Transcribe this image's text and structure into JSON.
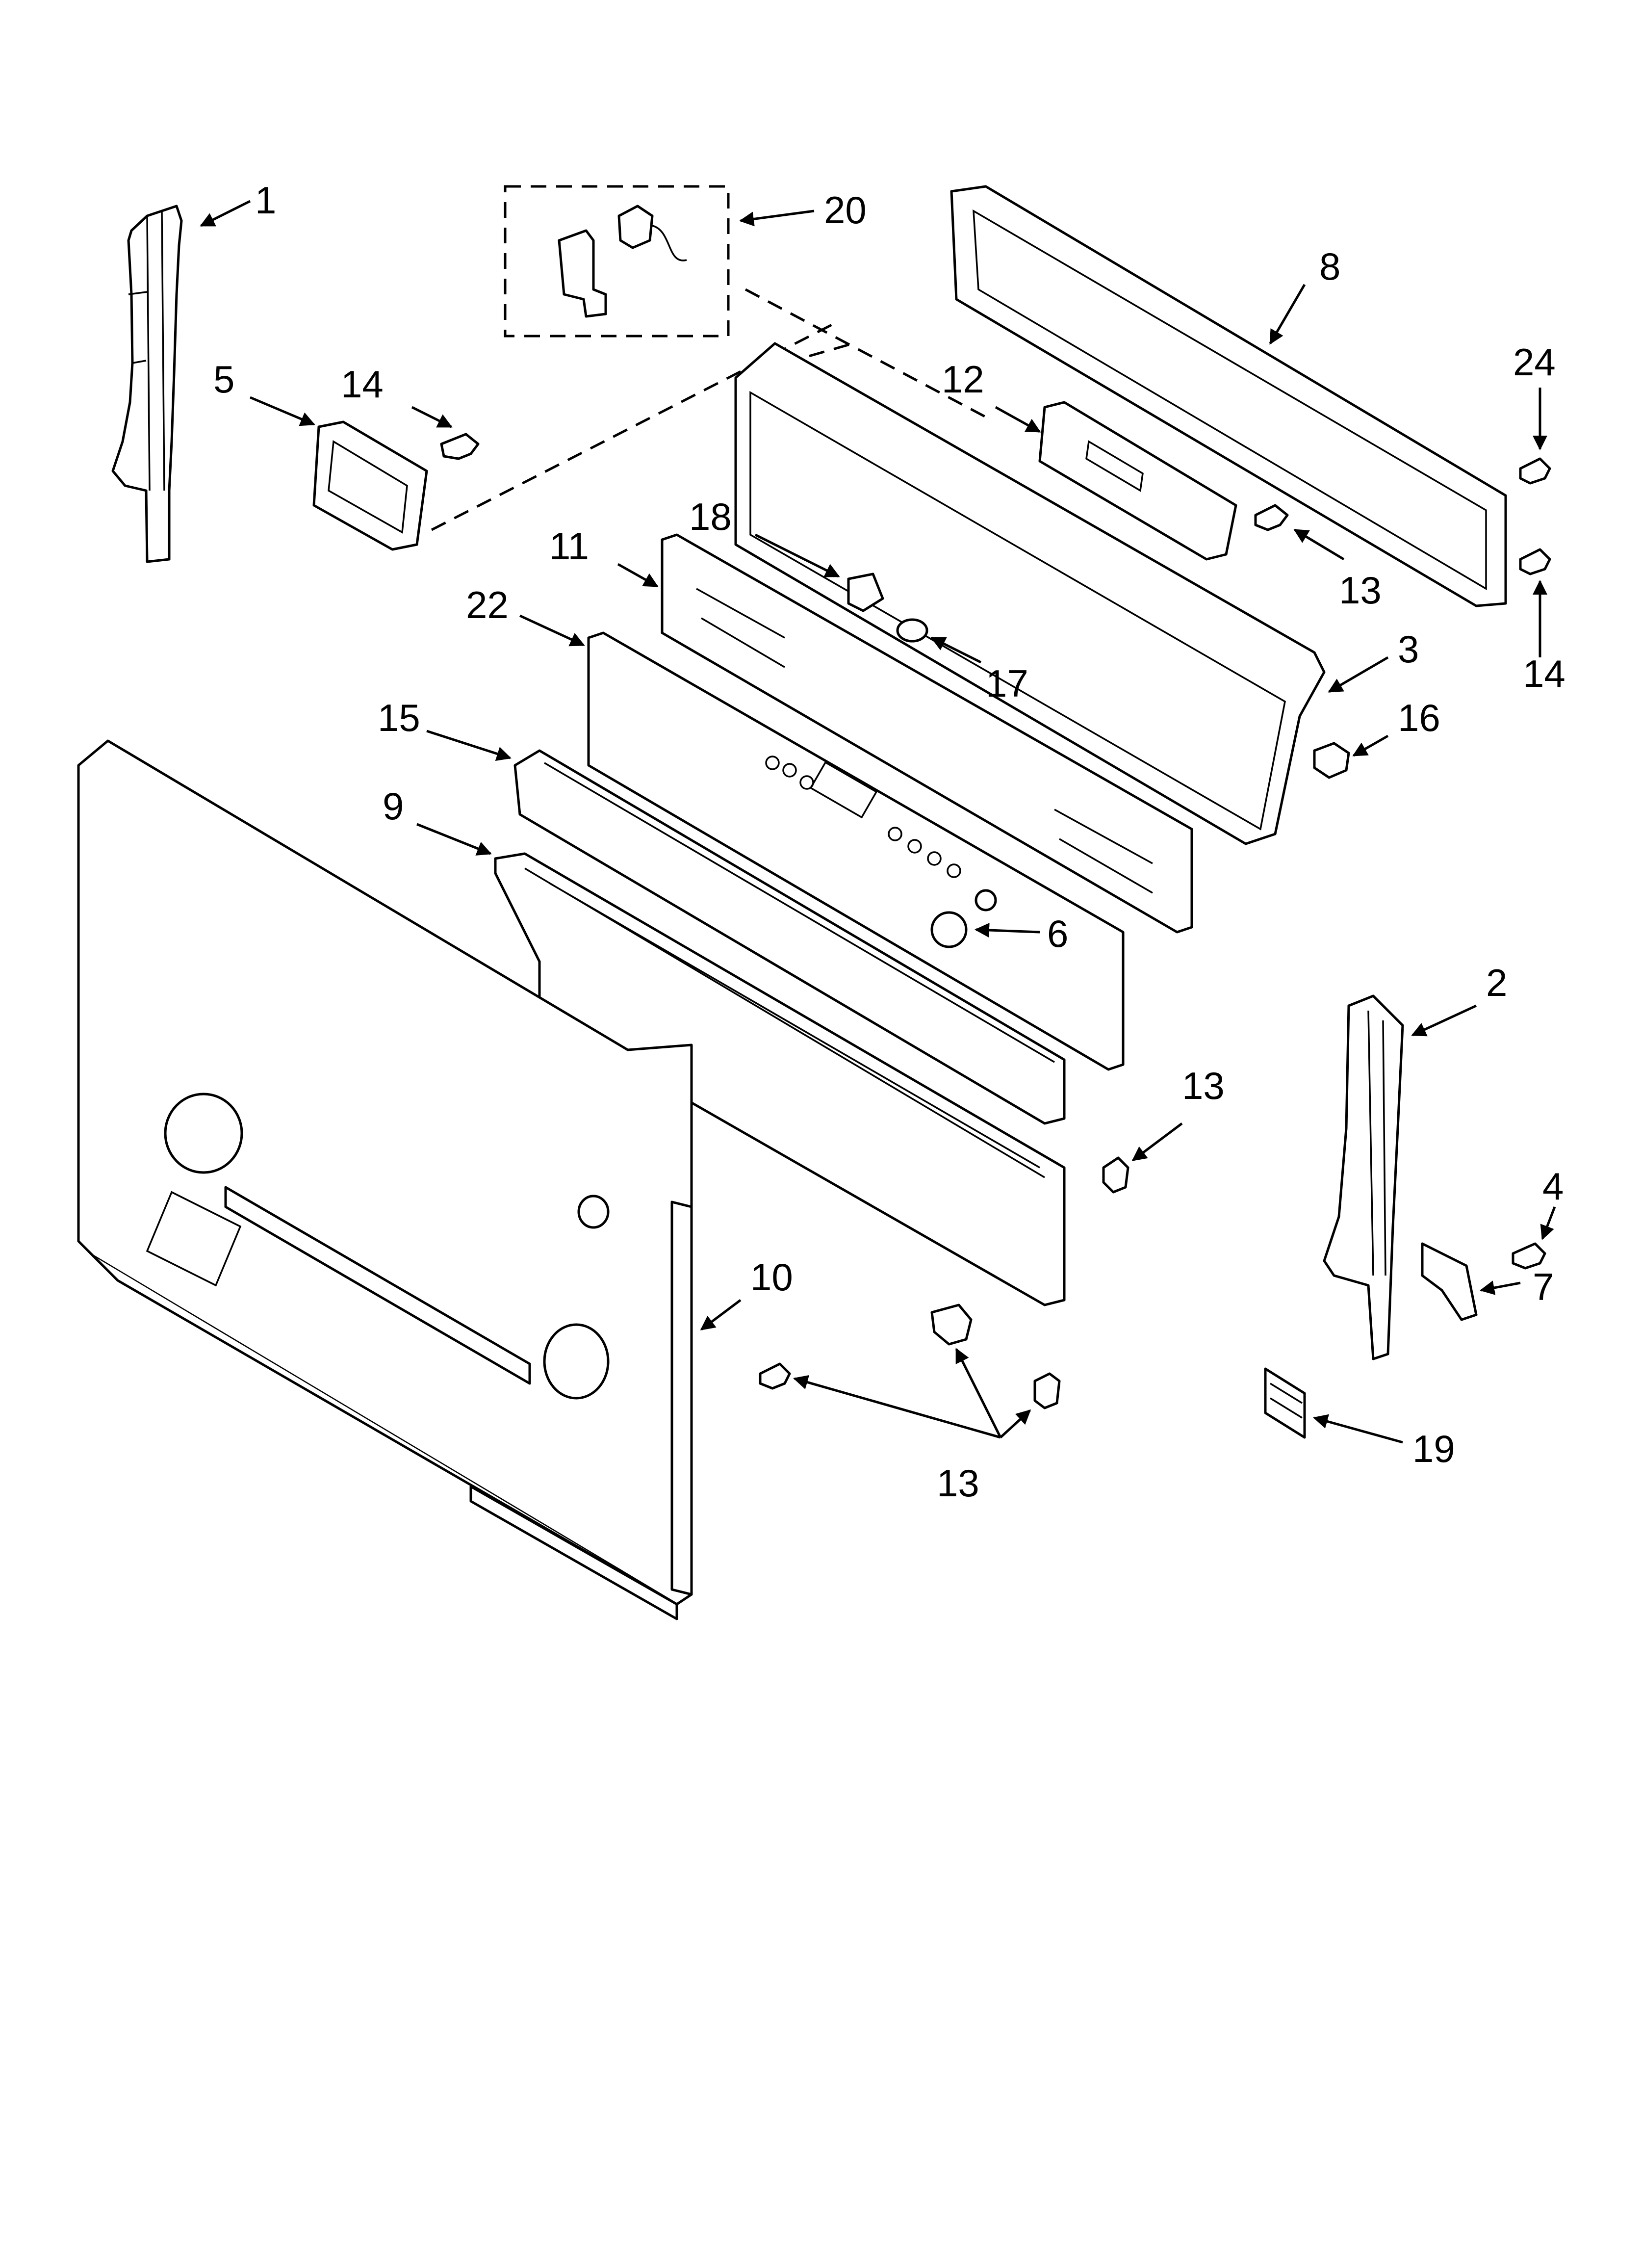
{
  "callouts": [
    {
      "id": "c1",
      "text": "1"
    },
    {
      "id": "c20",
      "text": "20"
    },
    {
      "id": "c8",
      "text": "8"
    },
    {
      "id": "c5",
      "text": "5"
    },
    {
      "id": "c14a",
      "text": "14"
    },
    {
      "id": "c12",
      "text": "12"
    },
    {
      "id": "c24",
      "text": "24"
    },
    {
      "id": "c18",
      "text": "18"
    },
    {
      "id": "c11",
      "text": "11"
    },
    {
      "id": "c13a",
      "text": "13"
    },
    {
      "id": "c22",
      "text": "22"
    },
    {
      "id": "c17",
      "text": "17"
    },
    {
      "id": "c14b",
      "text": "14"
    },
    {
      "id": "c3",
      "text": "3"
    },
    {
      "id": "c15",
      "text": "15"
    },
    {
      "id": "c16",
      "text": "16"
    },
    {
      "id": "c9",
      "text": "9"
    },
    {
      "id": "c6",
      "text": "6"
    },
    {
      "id": "c2",
      "text": "2"
    },
    {
      "id": "c13b",
      "text": "13"
    },
    {
      "id": "c4",
      "text": "4"
    },
    {
      "id": "c7",
      "text": "7"
    },
    {
      "id": "c10",
      "text": "10"
    },
    {
      "id": "c13c",
      "text": "13"
    },
    {
      "id": "c19",
      "text": "19"
    }
  ]
}
